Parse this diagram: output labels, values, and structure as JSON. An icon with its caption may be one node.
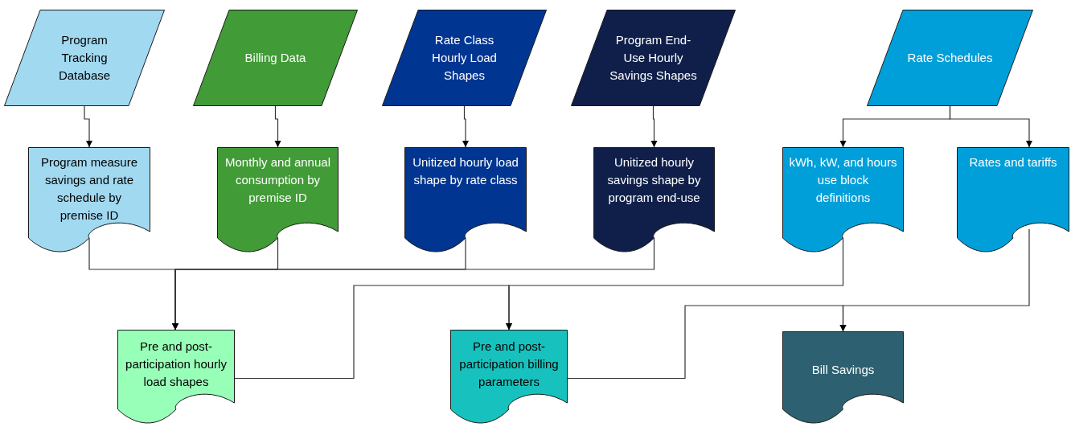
{
  "diagram": {
    "nodes": [
      {
        "text": [
          "Program Tracking Database"
        ]
      },
      {
        "text": [
          "Billing Data"
        ]
      },
      {
        "text": [
          "Rate Class Hourly Load Shapes"
        ]
      },
      {
        "text": [
          "Program End-Use Hourly Savings Shapes"
        ]
      },
      {
        "text": [
          "Rate Schedules"
        ]
      },
      {
        "text": [
          "Program measure savings and rate schedule by premise ID"
        ]
      },
      {
        "text": [
          "Monthly and annual consumption by premise ID"
        ]
      },
      {
        "text": [
          "Unitized hourly load shape by rate class"
        ]
      },
      {
        "text": [
          "Unitized hourly savings shape by program end-use"
        ]
      },
      {
        "text": [
          "kWh, kW, and hours use block definitions"
        ]
      },
      {
        "text": [
          "Rates and tariffs"
        ]
      },
      {
        "text": [
          "Pre and post-participation hourly load shapes"
        ]
      },
      {
        "text": [
          "Pre and post-participation billing parameters"
        ]
      },
      {
        "text": [
          "Bill Savings"
        ]
      }
    ],
    "edges": [
      {
        "from": 0,
        "to": 5,
        "arrow": "to"
      },
      {
        "from": 1,
        "to": 6,
        "arrow": "to"
      },
      {
        "from": 2,
        "to": 7,
        "arrow": "to"
      },
      {
        "from": 3,
        "to": 8,
        "arrow": "to"
      },
      {
        "from": 4,
        "to": 9,
        "arrow": "to"
      },
      {
        "from": 4,
        "to": 10,
        "arrow": "to"
      },
      {
        "from": 5,
        "to": 11,
        "arrow": "to"
      },
      {
        "from": 6,
        "to": 11,
        "arrow": "to"
      },
      {
        "from": 7,
        "to": 11,
        "arrow": "to"
      },
      {
        "from": 8,
        "to": 11,
        "arrow": "to"
      },
      {
        "from": 11,
        "to": 12,
        "arrow": "to"
      },
      {
        "from": 9,
        "to": 12,
        "arrow": "to"
      },
      {
        "from": 12,
        "to": 13,
        "arrow": "to"
      },
      {
        "from": 10,
        "to": 13,
        "arrow": "to"
      }
    ]
  }
}
